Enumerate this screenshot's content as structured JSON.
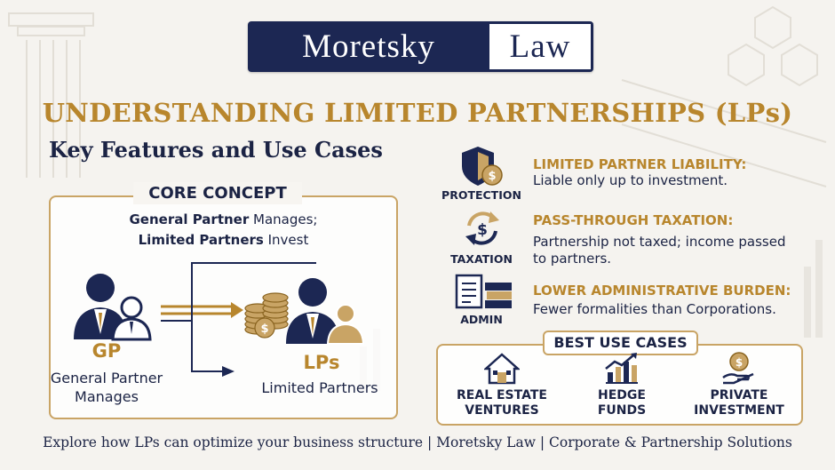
{
  "logo": {
    "left": "Moretsky",
    "right": "Law"
  },
  "title": "UNDERSTANDING LIMITED PARTNERSHIPS (LPs)",
  "subtitle": "Key Features and Use Cases",
  "core": {
    "heading": "CORE CONCEPT",
    "line1_bold": "General Partner",
    "line1_rest": " Manages;",
    "line2_bold": "Limited Partners",
    "line2_rest": " Invest",
    "gp_label": "GP",
    "gp_desc_1": "General Partner",
    "gp_desc_2": "Manages",
    "lps_label": "LPs",
    "lps_desc": "Limited Partners"
  },
  "features": [
    {
      "icon": "shield-coin-icon",
      "caption": "PROTECTION",
      "title": "LIMITED PARTNER LIABILITY:",
      "desc": "Liable only up to investment."
    },
    {
      "icon": "dollar-cycle-icon",
      "caption": "TAXATION",
      "title": "PASS-THROUGH TAXATION:",
      "desc": "Partnership not taxed; income passed to partners."
    },
    {
      "icon": "documents-icon",
      "caption": "ADMIN",
      "title": "LOWER ADMINISTRATIVE BURDEN:",
      "desc": "Fewer formalities than Corporations."
    }
  ],
  "use_cases": {
    "heading": "BEST USE CASES",
    "items": [
      {
        "icon": "house-icon",
        "line1": "REAL ESTATE",
        "line2": "VENTURES"
      },
      {
        "icon": "bar-chart-icon",
        "line1": "HEDGE",
        "line2": "FUNDS"
      },
      {
        "icon": "hand-coin-icon",
        "line1": "PRIVATE",
        "line2": "INVESTMENT"
      }
    ]
  },
  "footer": "Explore how LPs can optimize your business structure | Moretsky Law | Corporate & Partnership Solutions",
  "colors": {
    "navy": "#1c2753",
    "gold": "#b8862d",
    "border_gold": "#c9a465"
  }
}
